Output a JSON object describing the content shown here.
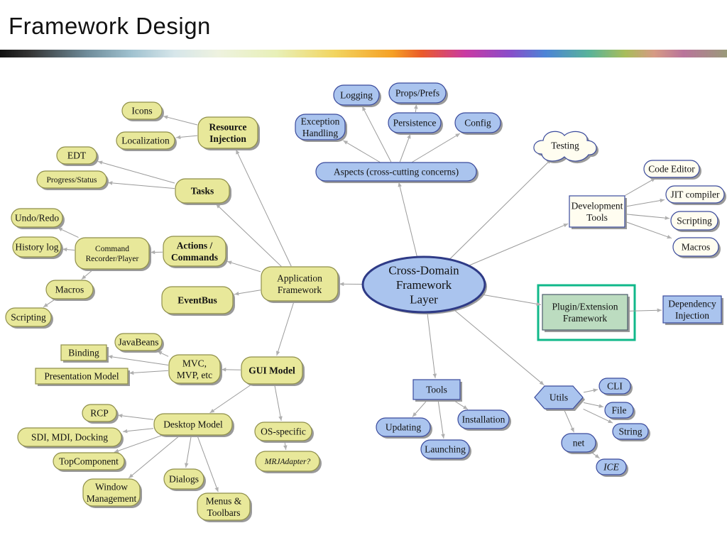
{
  "title": "Framework Design",
  "colors": {
    "yellow_fill": "#e8e89a",
    "blue_fill": "#aac4ee",
    "blue_stroke": "#3a4a9c",
    "white_fill": "#fffdf0",
    "green_fill": "#bcdcc0",
    "highlight": "#10b88a",
    "edge": "#9a9a9a"
  },
  "diagram": {
    "nodes": [
      {
        "id": "center",
        "lines": [
          "Cross-Domain",
          "Framework",
          "Layer"
        ],
        "style": "ellipse-blue"
      },
      {
        "id": "aspects",
        "lines": [
          "Aspects (cross-cutting concerns)"
        ],
        "style": "pill-blue"
      },
      {
        "id": "logging",
        "lines": [
          "Logging"
        ],
        "style": "pill-blue"
      },
      {
        "id": "props",
        "lines": [
          "Props/Prefs"
        ],
        "style": "pill-blue"
      },
      {
        "id": "exception",
        "lines": [
          "Exception",
          "Handling"
        ],
        "style": "pill-blue"
      },
      {
        "id": "persistence",
        "lines": [
          "Persistence"
        ],
        "style": "pill-blue"
      },
      {
        "id": "config",
        "lines": [
          "Config"
        ],
        "style": "pill-blue"
      },
      {
        "id": "testing",
        "lines": [
          "Testing"
        ],
        "style": "cloud"
      },
      {
        "id": "devtools",
        "lines": [
          "Development",
          "Tools"
        ],
        "style": "box-white"
      },
      {
        "id": "codeeditor",
        "lines": [
          "Code Editor"
        ],
        "style": "pill-white"
      },
      {
        "id": "jit",
        "lines": [
          "JIT compiler"
        ],
        "style": "pill-white"
      },
      {
        "id": "scripting_r",
        "lines": [
          "Scripting"
        ],
        "style": "pill-white"
      },
      {
        "id": "macros_r",
        "lines": [
          "Macros"
        ],
        "style": "pill-white"
      },
      {
        "id": "plugin",
        "lines": [
          "Plugin/Extension",
          "Framework"
        ],
        "style": "box-green"
      },
      {
        "id": "dependency",
        "lines": [
          "Dependency",
          "Injection"
        ],
        "style": "box-blue"
      },
      {
        "id": "tools",
        "lines": [
          "Tools"
        ],
        "style": "box-blue"
      },
      {
        "id": "updating",
        "lines": [
          "Updating"
        ],
        "style": "pill-blue"
      },
      {
        "id": "installation",
        "lines": [
          "Installation"
        ],
        "style": "pill-blue"
      },
      {
        "id": "launching",
        "lines": [
          "Launching"
        ],
        "style": "pill-blue"
      },
      {
        "id": "utils",
        "lines": [
          "Utils"
        ],
        "style": "hexagon"
      },
      {
        "id": "cli",
        "lines": [
          "CLI"
        ],
        "style": "pill-blue"
      },
      {
        "id": "file",
        "lines": [
          "File"
        ],
        "style": "pill-blue"
      },
      {
        "id": "string",
        "lines": [
          "String"
        ],
        "style": "pill-blue"
      },
      {
        "id": "net",
        "lines": [
          "net"
        ],
        "style": "pill-blue"
      },
      {
        "id": "ice",
        "lines": [
          "ICE"
        ],
        "style": "pill-blue",
        "italic": true
      },
      {
        "id": "appfw",
        "lines": [
          "Application",
          "Framework"
        ],
        "style": "pill-yellow"
      },
      {
        "id": "resource",
        "lines": [
          "Resource",
          "Injection"
        ],
        "style": "pill-yellow",
        "bold": true
      },
      {
        "id": "icons",
        "lines": [
          "Icons"
        ],
        "style": "pill-yellow"
      },
      {
        "id": "localization",
        "lines": [
          "Localization"
        ],
        "style": "pill-yellow"
      },
      {
        "id": "tasks",
        "lines": [
          "Tasks"
        ],
        "style": "pill-yellow",
        "bold": true
      },
      {
        "id": "edt",
        "lines": [
          "EDT"
        ],
        "style": "pill-yellow"
      },
      {
        "id": "progress",
        "lines": [
          "Progress/Status"
        ],
        "style": "pill-yellow",
        "small": true
      },
      {
        "id": "actions",
        "lines": [
          "Actions /",
          "Commands"
        ],
        "style": "pill-yellow",
        "bold": true
      },
      {
        "id": "cmdrec",
        "lines": [
          "Command",
          "Recorder/Player"
        ],
        "style": "pill-yellow",
        "small": true
      },
      {
        "id": "undo",
        "lines": [
          "Undo/Redo"
        ],
        "style": "pill-yellow"
      },
      {
        "id": "history",
        "lines": [
          "History log"
        ],
        "style": "pill-yellow"
      },
      {
        "id": "macros_l",
        "lines": [
          "Macros"
        ],
        "style": "pill-yellow"
      },
      {
        "id": "scripting_l",
        "lines": [
          "Scripting"
        ],
        "style": "pill-yellow"
      },
      {
        "id": "eventbus",
        "lines": [
          "EventBus"
        ],
        "style": "pill-yellow",
        "bold": true
      },
      {
        "id": "guimodel",
        "lines": [
          "GUI Model"
        ],
        "style": "pill-yellow",
        "bold": true
      },
      {
        "id": "mvc",
        "lines": [
          "MVC,",
          "MVP, etc"
        ],
        "style": "pill-yellow"
      },
      {
        "id": "javabeans",
        "lines": [
          "JavaBeans"
        ],
        "style": "pill-yellow"
      },
      {
        "id": "binding",
        "lines": [
          "Binding"
        ],
        "style": "box-yellow"
      },
      {
        "id": "presentation",
        "lines": [
          "Presentation Model"
        ],
        "style": "box-yellow"
      },
      {
        "id": "desktop",
        "lines": [
          "Desktop Model"
        ],
        "style": "pill-yellow"
      },
      {
        "id": "rcp",
        "lines": [
          "RCP"
        ],
        "style": "pill-yellow"
      },
      {
        "id": "sdi",
        "lines": [
          "SDI, MDI, Docking"
        ],
        "style": "pill-yellow"
      },
      {
        "id": "topcomp",
        "lines": [
          "TopComponent"
        ],
        "style": "pill-yellow"
      },
      {
        "id": "window",
        "lines": [
          "Window",
          "Management"
        ],
        "style": "pill-yellow"
      },
      {
        "id": "dialogs",
        "lines": [
          "Dialogs"
        ],
        "style": "pill-yellow"
      },
      {
        "id": "menus",
        "lines": [
          "Menus &",
          "Toolbars"
        ],
        "style": "pill-yellow"
      },
      {
        "id": "osspecific",
        "lines": [
          "OS-specific"
        ],
        "style": "pill-yellow"
      },
      {
        "id": "mrj",
        "lines": [
          "MRJAdapter?"
        ],
        "style": "pill-yellow",
        "italic": true,
        "small": true
      }
    ],
    "edges": [
      [
        "center",
        "aspects"
      ],
      [
        "aspects",
        "logging"
      ],
      [
        "aspects",
        "exception"
      ],
      [
        "aspects",
        "persistence"
      ],
      [
        "aspects",
        "config"
      ],
      [
        "persistence",
        "props"
      ],
      [
        "center",
        "testing"
      ],
      [
        "center",
        "devtools"
      ],
      [
        "devtools",
        "codeeditor"
      ],
      [
        "devtools",
        "jit"
      ],
      [
        "devtools",
        "scripting_r"
      ],
      [
        "devtools",
        "macros_r"
      ],
      [
        "center",
        "plugin"
      ],
      [
        "plugin",
        "dependency"
      ],
      [
        "center",
        "tools"
      ],
      [
        "tools",
        "updating"
      ],
      [
        "tools",
        "installation"
      ],
      [
        "tools",
        "launching"
      ],
      [
        "center",
        "utils"
      ],
      [
        "utils",
        "cli"
      ],
      [
        "utils",
        "file"
      ],
      [
        "utils",
        "string"
      ],
      [
        "utils",
        "net"
      ],
      [
        "net",
        "ice"
      ],
      [
        "center",
        "appfw"
      ],
      [
        "appfw",
        "resource"
      ],
      [
        "resource",
        "icons"
      ],
      [
        "resource",
        "localization"
      ],
      [
        "appfw",
        "tasks"
      ],
      [
        "tasks",
        "edt"
      ],
      [
        "tasks",
        "progress"
      ],
      [
        "appfw",
        "actions"
      ],
      [
        "actions",
        "cmdrec"
      ],
      [
        "cmdrec",
        "undo"
      ],
      [
        "cmdrec",
        "history"
      ],
      [
        "cmdrec",
        "macros_l"
      ],
      [
        "macros_l",
        "scripting_l"
      ],
      [
        "appfw",
        "eventbus"
      ],
      [
        "appfw",
        "guimodel"
      ],
      [
        "guimodel",
        "mvc"
      ],
      [
        "mvc",
        "javabeans"
      ],
      [
        "mvc",
        "binding"
      ],
      [
        "mvc",
        "presentation"
      ],
      [
        "guimodel",
        "desktop"
      ],
      [
        "desktop",
        "rcp"
      ],
      [
        "desktop",
        "sdi"
      ],
      [
        "desktop",
        "topcomp"
      ],
      [
        "desktop",
        "window"
      ],
      [
        "desktop",
        "dialogs"
      ],
      [
        "desktop",
        "menus"
      ],
      [
        "guimodel",
        "osspecific"
      ],
      [
        "osspecific",
        "mrj"
      ]
    ]
  }
}
